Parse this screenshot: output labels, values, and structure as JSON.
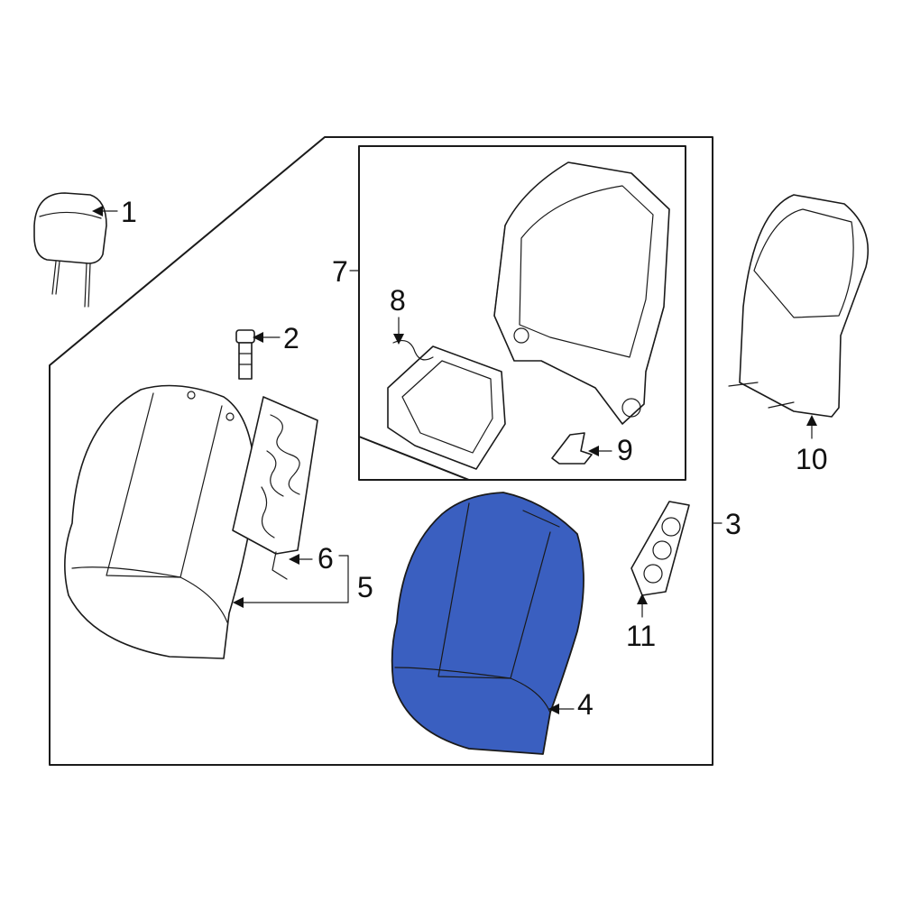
{
  "diagram": {
    "highlight_color": "#3a5fc0",
    "line_color": "#1a1a1a",
    "callouts": [
      {
        "id": "c1",
        "label": "1"
      },
      {
        "id": "c2",
        "label": "2"
      },
      {
        "id": "c3",
        "label": "3"
      },
      {
        "id": "c4",
        "label": "4"
      },
      {
        "id": "c5",
        "label": "5"
      },
      {
        "id": "c6",
        "label": "6"
      },
      {
        "id": "c7",
        "label": "7"
      },
      {
        "id": "c8",
        "label": "8"
      },
      {
        "id": "c9",
        "label": "9"
      },
      {
        "id": "c10",
        "label": "10"
      },
      {
        "id": "c11",
        "label": "11"
      }
    ]
  }
}
